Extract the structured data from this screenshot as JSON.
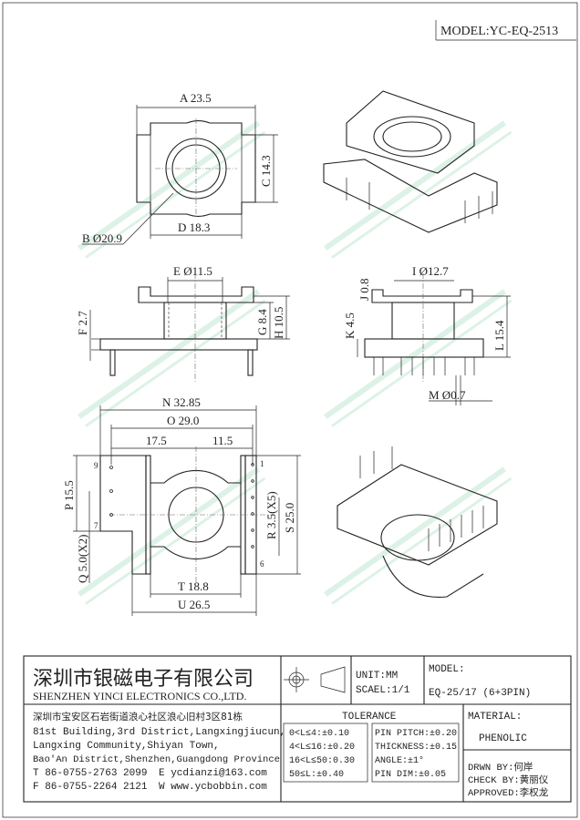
{
  "header": {
    "model": "MODEL:YC-EQ-2513"
  },
  "dimensions": {
    "A": "A 23.5",
    "B": "B Ø20.9",
    "C": "C 14.3",
    "D": "D 18.3",
    "E": "E Ø11.5",
    "F": "F 2.7",
    "G": "G 8.4",
    "H": "H 10.5",
    "I": "I Ø12.7",
    "J": "J 0.8",
    "K": "K 4.5",
    "L": "L 15.4",
    "M": "M Ø0.7",
    "N": "N 32.85",
    "O": "O 29.0",
    "O_left": "17.5",
    "O_right": "11.5",
    "P": "P 15.5",
    "Q": "Q 5.0(X2)",
    "R": "R 3.5(X5)",
    "S": "S 25.0",
    "T": "T 18.8",
    "U": "U 26.5"
  },
  "pins": {
    "p9": "9",
    "p7": "7",
    "p1": "1",
    "p6": "6"
  },
  "watermark": {
    "cn": "深圳市银磁电子有限公司",
    "en": "SHENZHEN YINCI ELECTRONICS CO., LTD."
  },
  "title_block": {
    "company_cn": "深圳市银磁电子有限公司",
    "company_en": "SHENZHEN YINCI ELECTRONICS CO.,LTD.",
    "address": [
      "深圳市宝安区石岩街道浪心社区浪心旧村3区81栋",
      "81st Building,3rd District,Langxingjiucun,",
      "Langxing Community,Shiyan Town,",
      "Bao'An District,Shenzhen,Guangdong Province"
    ],
    "tel": "T 86-0755-2763 2099",
    "email": "E ycdianzi@163.com",
    "fax": "F 86-0755-2264 2121",
    "web": "W www.ycbobbin.com",
    "unit": "UNIT:MM",
    "scale": "SCAEL:1/1",
    "model_label": "MODEL:",
    "model_value": "EQ-25/17 (6+3PIN)",
    "tolerance_title": "TOLERANCE",
    "tolerance_left": [
      "0<L≤4:±0.10",
      "4<L≤16:±0.20",
      "16<L≤50:0.30",
      "50≤L:±0.40"
    ],
    "tolerance_right": [
      "PIN PITCH:±0.20",
      "THICKNESS:±0.15",
      "ANGLE:±1°",
      "PIN DIM:±0.05"
    ],
    "material_label": "MATERIAL:",
    "material_value": "PHENOLIC",
    "drawn_by": "DRWN BY:何岸",
    "check_by": "CHECK BY:黄丽仪",
    "approved": "APPROVED:李权龙"
  }
}
